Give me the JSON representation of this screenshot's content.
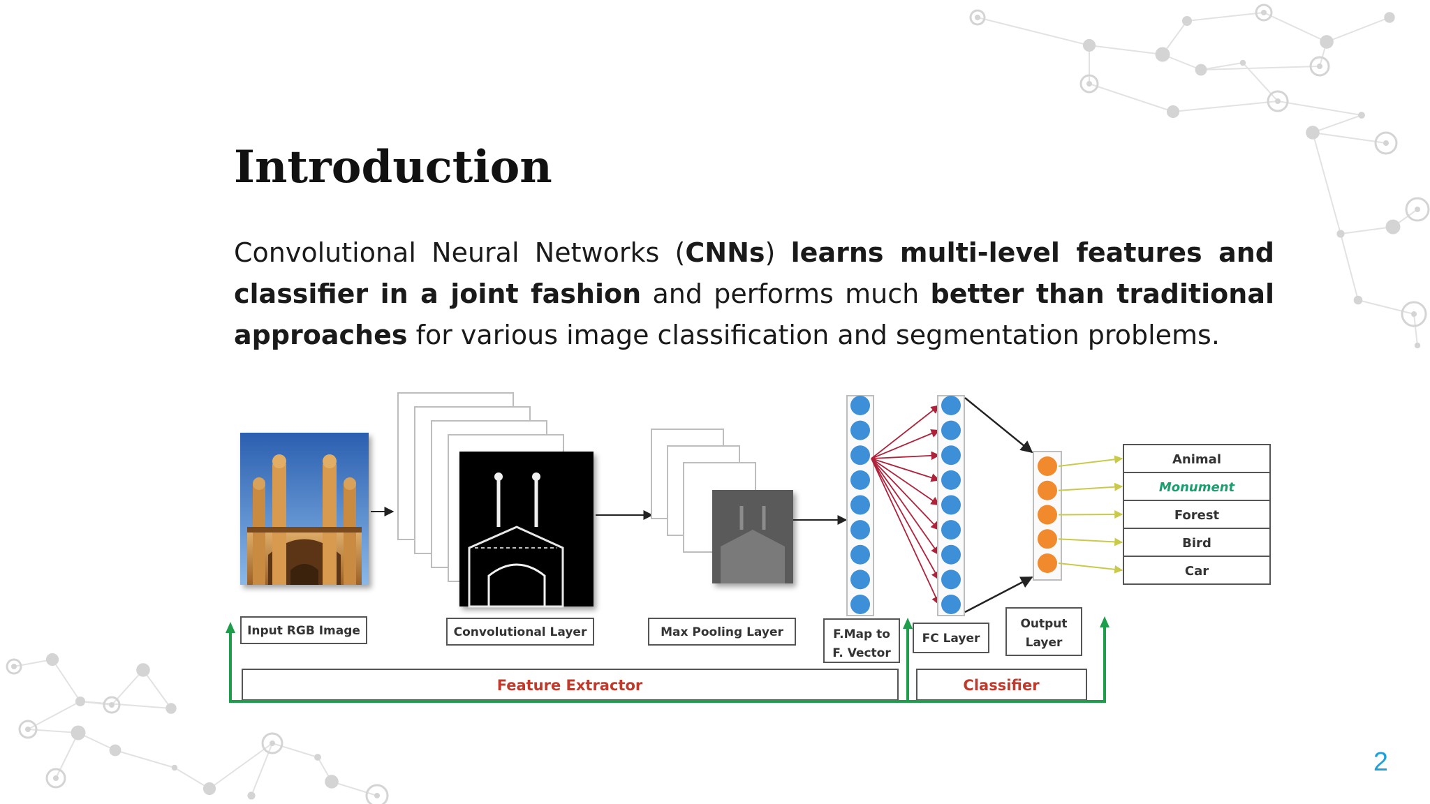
{
  "slide": {
    "title": "Introduction",
    "page_number": "2",
    "page_number_color": "#1ea0d8"
  },
  "intro": [
    {
      "text": "Convolutional Neural Networks (",
      "bold": false
    },
    {
      "text": "CNNs",
      "bold": true
    },
    {
      "text": ") ",
      "bold": false
    },
    {
      "text": "learns multi-level features and classifier in a joint fashion",
      "bold": true
    },
    {
      "text": " and performs much ",
      "bold": false
    },
    {
      "text": "better than traditional approaches",
      "bold": true
    },
    {
      "text": " for various image classification and segmentation problems.",
      "bold": false
    }
  ],
  "diagram": {
    "stage_labels": {
      "input": "Input RGB Image",
      "conv": "Convolutional Layer",
      "pool": "Max Pooling Layer",
      "fmap": [
        "F.Map to",
        "F. Vector"
      ],
      "fc": "FC Layer",
      "output": [
        "Output",
        "Layer"
      ]
    },
    "groups": {
      "feature_extractor": "Feature Extractor",
      "classifier": "Classifier"
    },
    "classes": [
      "Animal",
      "Monument",
      "Forest",
      "Bird",
      "Car"
    ],
    "highlighted_class": "Monument",
    "node_counts": {
      "fmap": 9,
      "fc": 9,
      "output": 5
    },
    "colors": {
      "group_label": "#c0392b",
      "group_arrow": "#1e9e4a",
      "highlight_class": "#1a9e6e",
      "vector_node": "#3d8fd8",
      "output_node": "#f08a2c",
      "fan_arrow": "#b0213a",
      "class_arrow": "#c9c94a"
    }
  }
}
